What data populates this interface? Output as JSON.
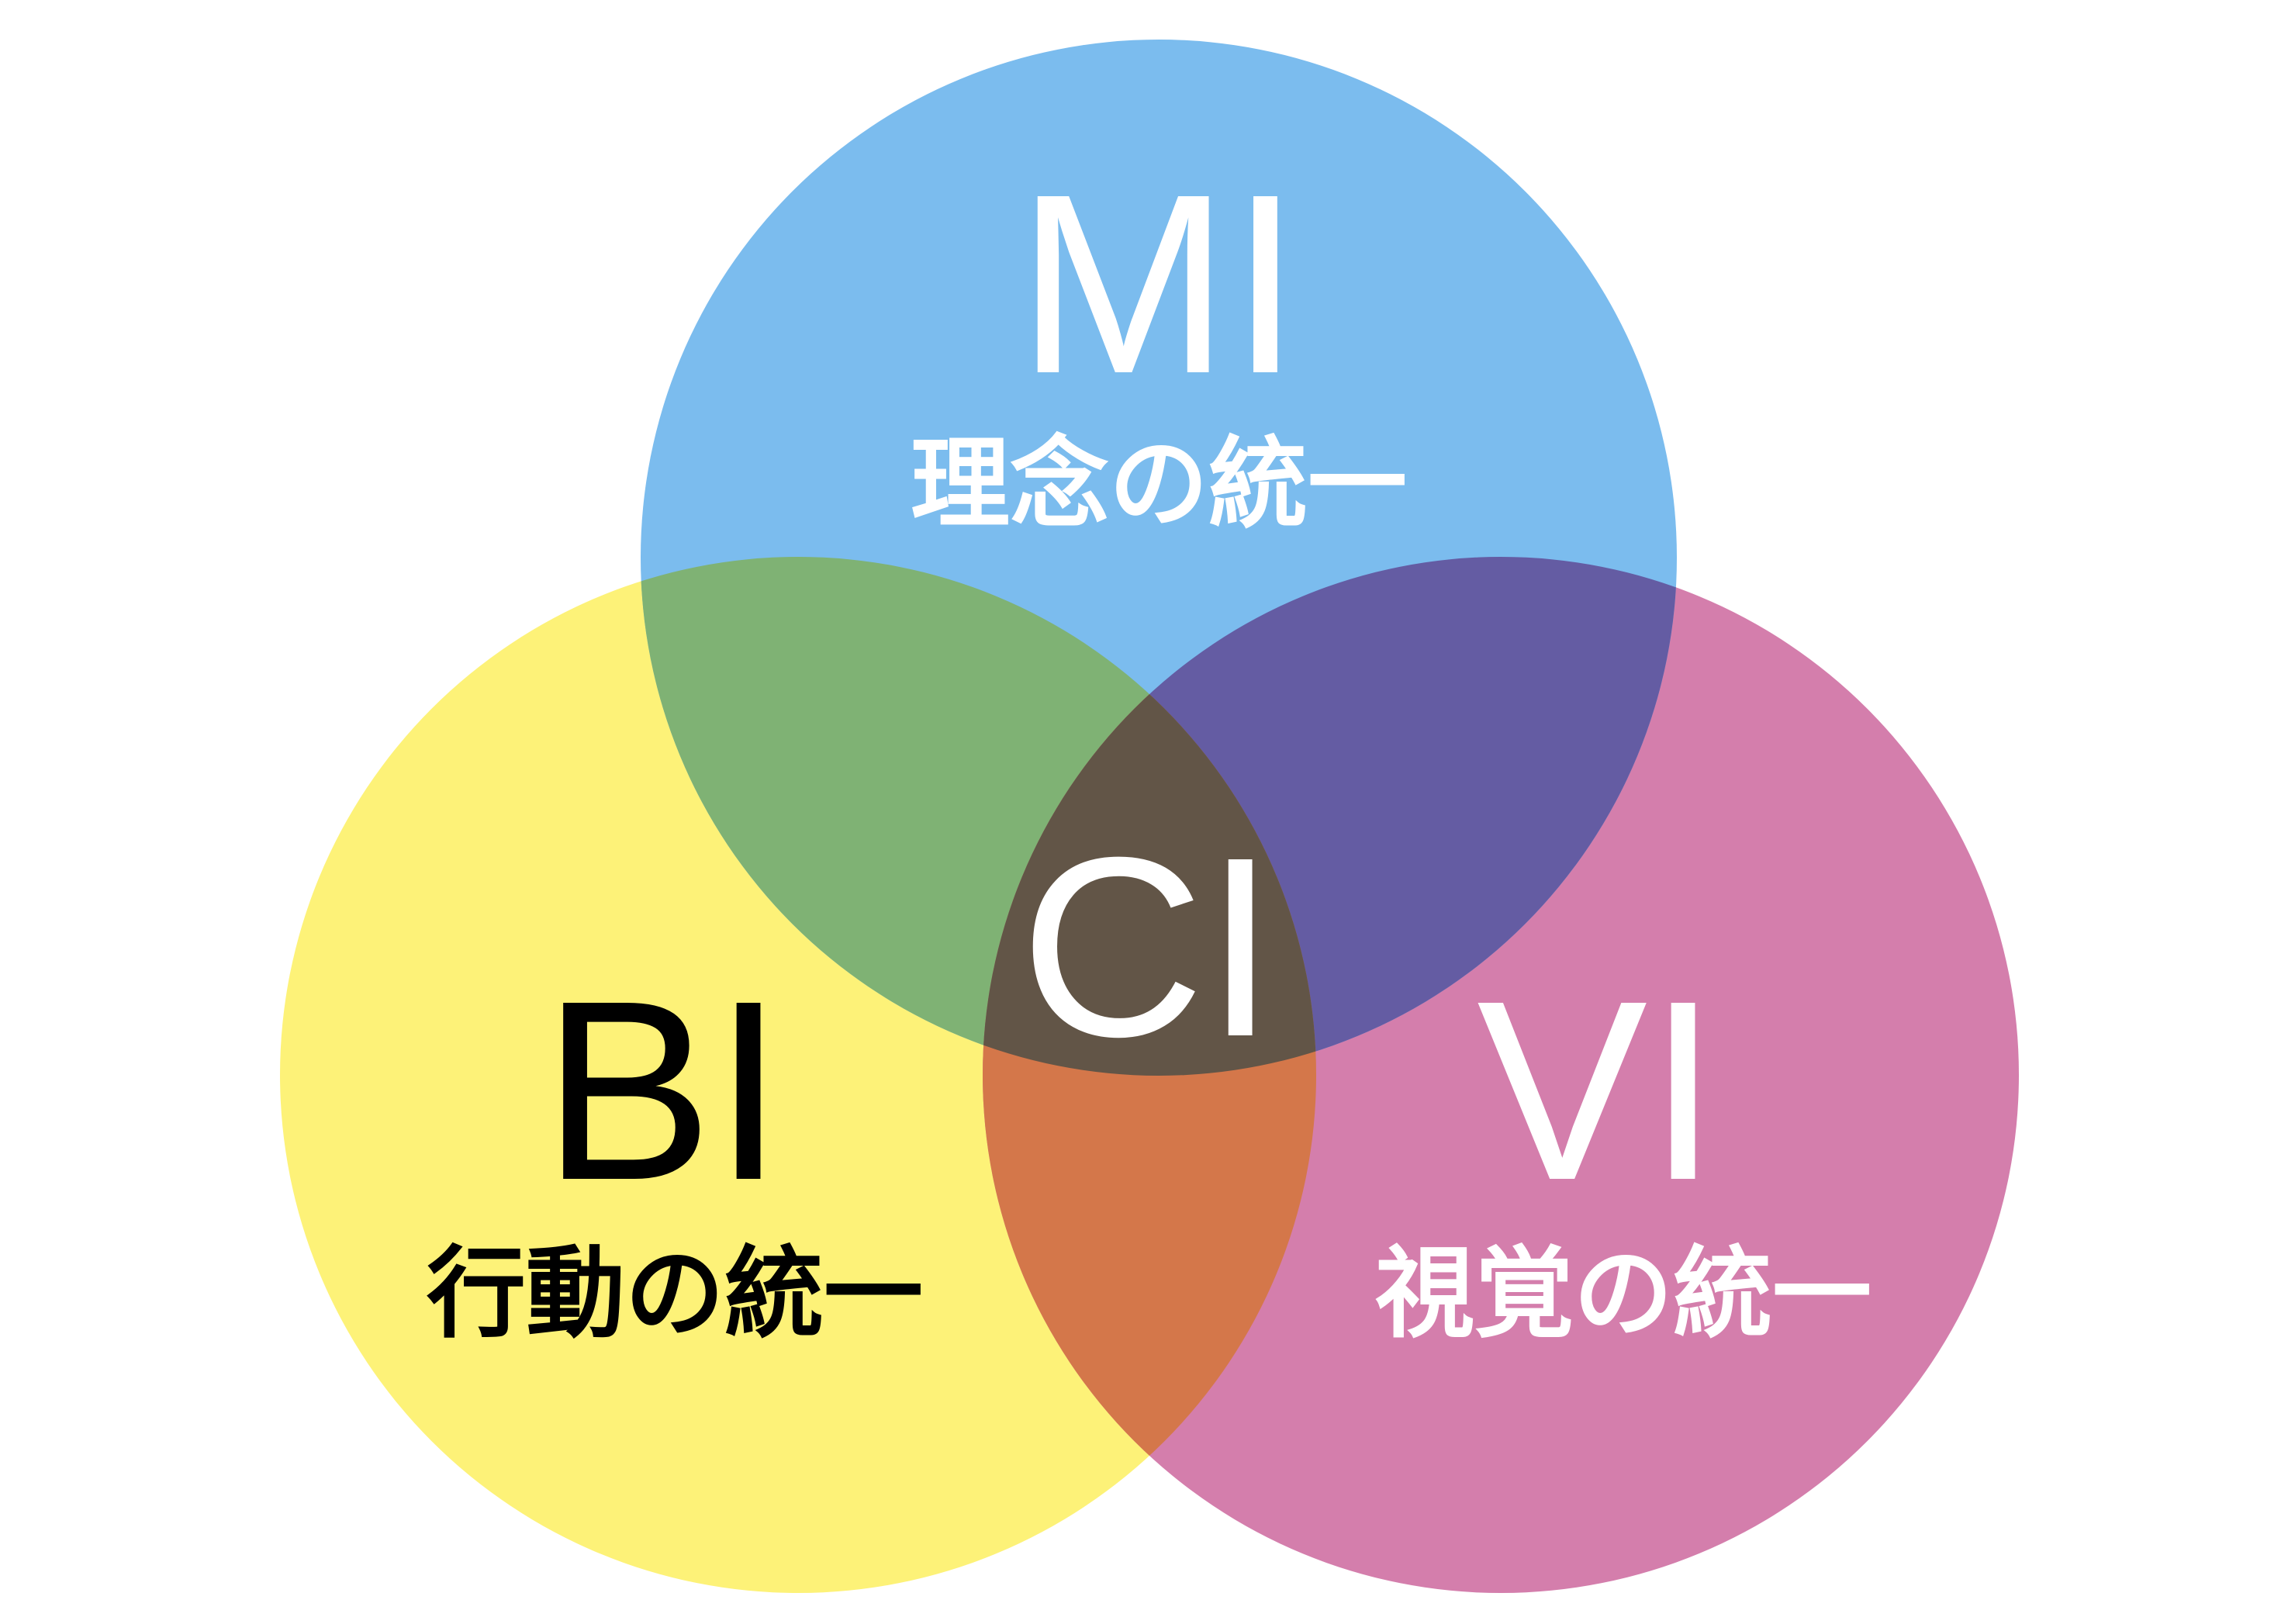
{
  "diagram": {
    "type": "venn",
    "sets": [
      {
        "id": "mi",
        "label": "MI",
        "sublabel": "理念の統一",
        "color": "#7bbcee",
        "text_color": "#ffffff"
      },
      {
        "id": "bi",
        "label": "BI",
        "sublabel": "行動の統一",
        "color": "#fdf278",
        "text_color": "#000000"
      },
      {
        "id": "vi",
        "label": "VI",
        "sublabel": "視覚の統一",
        "color": "#d47eac",
        "text_color": "#ffffff"
      }
    ],
    "intersections": {
      "mi_bi": "#7fb274",
      "mi_vi": "#645ca3",
      "bi_vi": "#d4774a",
      "all": {
        "label": "CI",
        "color": "#625547",
        "text_color": "#ffffff"
      }
    }
  }
}
